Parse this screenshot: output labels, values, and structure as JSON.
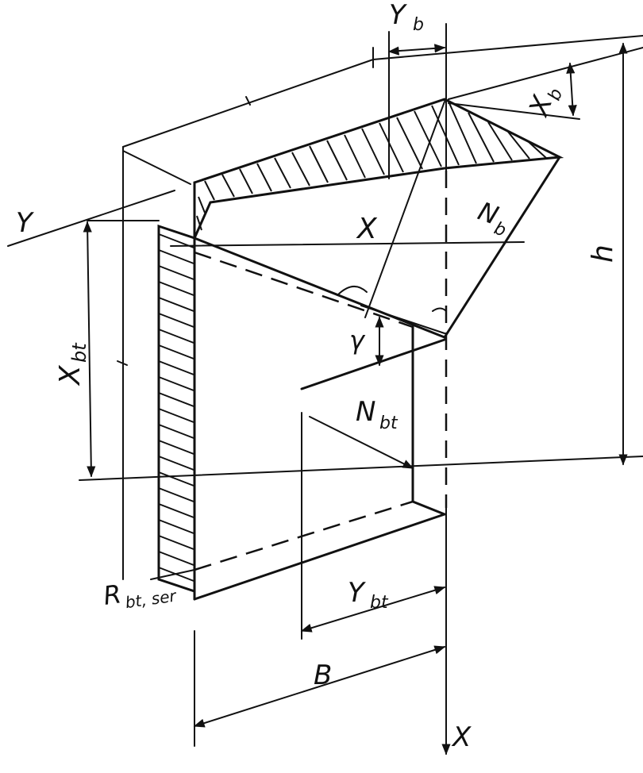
{
  "labels": {
    "yb_main": "Y",
    "yb_sub": "b",
    "xb_main": "X",
    "xb_sub": "b",
    "y_axis": "Y",
    "x_axis": "X",
    "nb_main": "N",
    "nb_sub": "b",
    "x_center": "X",
    "gamma": "γ",
    "h": "h",
    "xbt_main": "X",
    "xbt_sub": "bt",
    "nbt_main": "N",
    "nbt_sub": "bt",
    "ybt_main": "Y",
    "ybt_sub": "bt",
    "b": "B",
    "rbt_main": "R",
    "rbt_sub": "bt, ser"
  }
}
